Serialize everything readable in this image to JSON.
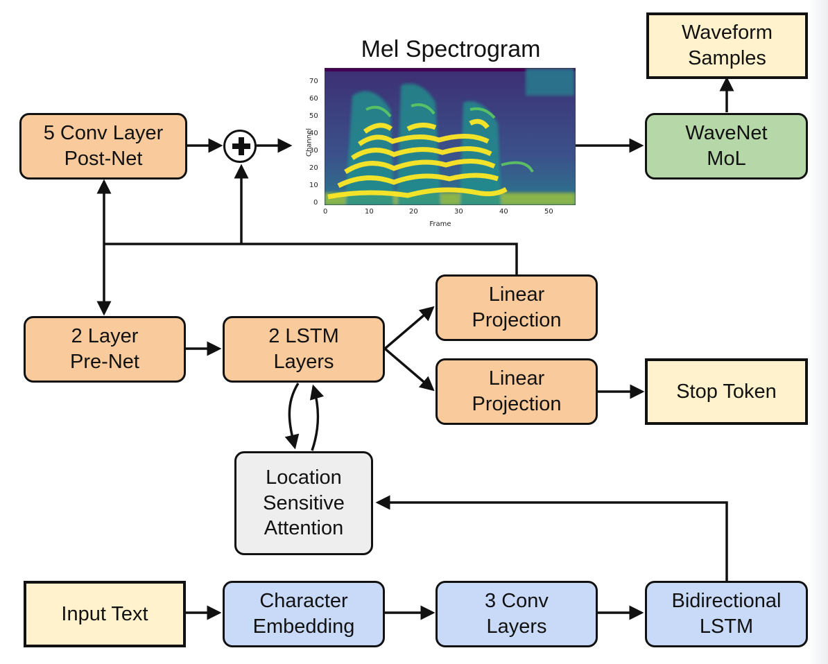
{
  "diagram": {
    "nodes": {
      "post_net": {
        "label": "5 Conv Layer\nPost-Net"
      },
      "pre_net": {
        "label": "2 Layer\nPre-Net"
      },
      "lstm_layers": {
        "label": "2 LSTM\nLayers"
      },
      "linear_projection_top": {
        "label": "Linear\nProjection"
      },
      "linear_projection_bottom": {
        "label": "Linear\nProjection"
      },
      "stop_token": {
        "label": "Stop Token"
      },
      "wavenet": {
        "label": "WaveNet\nMoL"
      },
      "waveform": {
        "label": "Waveform\nSamples"
      },
      "attention": {
        "label": "Location\nSensitive\nAttention"
      },
      "input_text": {
        "label": "Input Text"
      },
      "char_embedding": {
        "label": "Character\nEmbedding"
      },
      "conv_layers": {
        "label": "3 Conv\nLayers"
      },
      "bilstm": {
        "label": "Bidirectional\nLSTM"
      }
    },
    "spectrogram": {
      "title": "Mel Spectrogram",
      "xlabel": "Frame",
      "ylabel": "Channel",
      "xticks": [
        "0",
        "10",
        "20",
        "30",
        "40",
        "50"
      ],
      "yticks": [
        "0",
        "10",
        "20",
        "30",
        "40",
        "50",
        "60",
        "70"
      ]
    },
    "colors": {
      "decoder": "#f9cb9c",
      "encoder": "#c9daf8",
      "io": "#fff2cc",
      "vocoder": "#b6d7a8",
      "attention": "#eeeeee"
    }
  }
}
